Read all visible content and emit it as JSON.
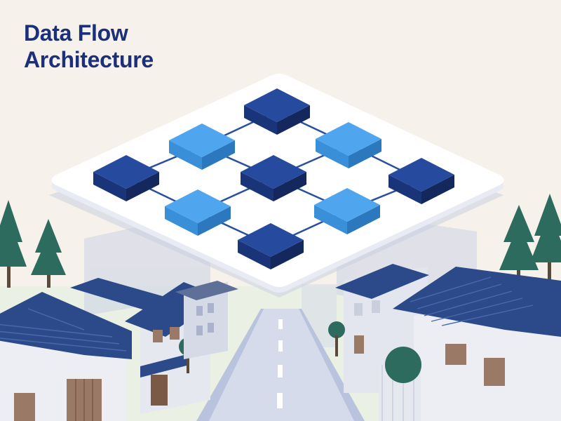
{
  "title": {
    "line1": "Data Flow",
    "line2": "Architecture"
  },
  "diagram": {
    "nodes": [
      {
        "id": "n-top",
        "shade": "dark"
      },
      {
        "id": "n-left-upper",
        "shade": "light"
      },
      {
        "id": "n-right-upper",
        "shade": "light"
      },
      {
        "id": "n-far-left",
        "shade": "dark"
      },
      {
        "id": "n-center",
        "shade": "dark"
      },
      {
        "id": "n-far-right",
        "shade": "dark"
      },
      {
        "id": "n-left-lower",
        "shade": "light"
      },
      {
        "id": "n-right-lower",
        "shade": "light"
      },
      {
        "id": "n-bottom",
        "shade": "dark"
      }
    ],
    "edges": [
      [
        "n-top",
        "n-left-upper"
      ],
      [
        "n-top",
        "n-right-upper"
      ],
      [
        "n-left-upper",
        "n-far-left"
      ],
      [
        "n-left-upper",
        "n-center"
      ],
      [
        "n-right-upper",
        "n-center"
      ],
      [
        "n-right-upper",
        "n-far-right"
      ],
      [
        "n-far-left",
        "n-left-lower"
      ],
      [
        "n-center",
        "n-left-lower"
      ],
      [
        "n-center",
        "n-right-lower"
      ],
      [
        "n-far-right",
        "n-right-lower"
      ],
      [
        "n-left-lower",
        "n-bottom"
      ],
      [
        "n-right-lower",
        "n-bottom"
      ]
    ]
  },
  "colors": {
    "background": "#f6f1ea",
    "title": "#1b2f7a",
    "node_dark": "#1f3d8f",
    "node_light": "#3f9ae6",
    "roof": "#2c4a8a",
    "tree": "#2e6b5f"
  }
}
